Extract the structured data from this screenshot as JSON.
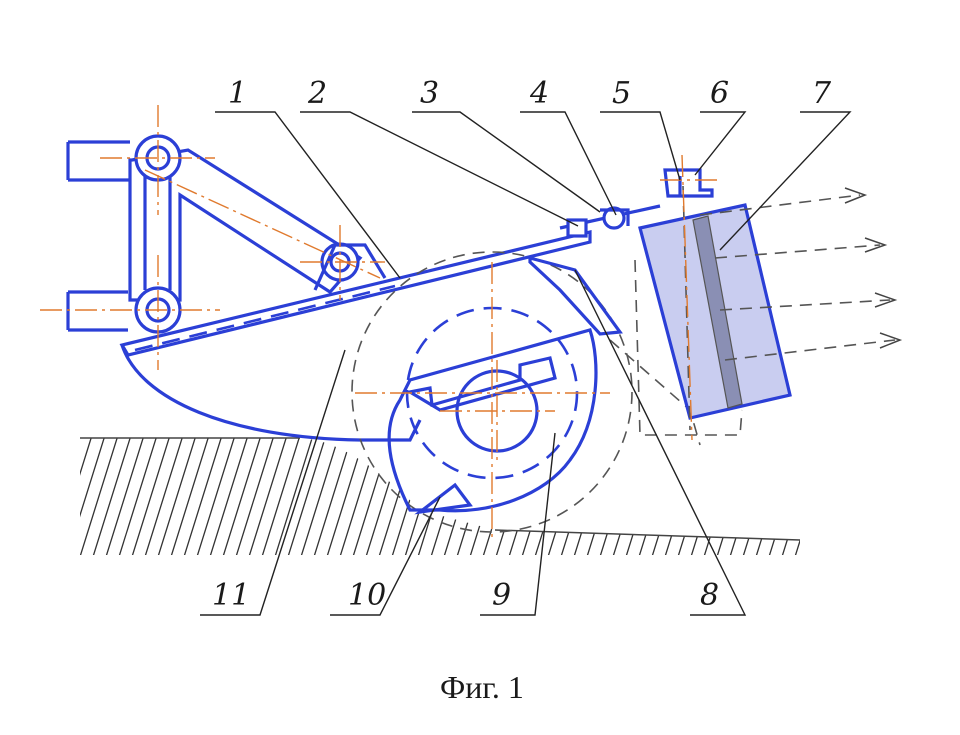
{
  "figure": {
    "caption": "Фиг. 1"
  },
  "callouts_top": [
    {
      "id": "1",
      "label": "1"
    },
    {
      "id": "2",
      "label": "2"
    },
    {
      "id": "3",
      "label": "3"
    },
    {
      "id": "4",
      "label": "4"
    },
    {
      "id": "5",
      "label": "5"
    },
    {
      "id": "6",
      "label": "6"
    },
    {
      "id": "7",
      "label": "7"
    }
  ],
  "callouts_bottom": [
    {
      "id": "11",
      "label": "11"
    },
    {
      "id": "10",
      "label": "10"
    },
    {
      "id": "9",
      "label": "9"
    },
    {
      "id": "8",
      "label": "8"
    }
  ],
  "colors": {
    "machine_outline": "#2b3fd6",
    "axis_lines": "#e07a2e",
    "block_fill": "#c9cdf0"
  }
}
